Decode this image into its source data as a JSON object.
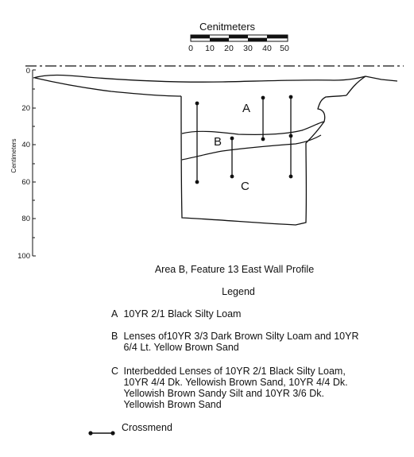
{
  "scale_bar": {
    "title": "Cenitmeters",
    "ticks": [
      "0",
      "10",
      "20",
      "30",
      "40",
      "50"
    ]
  },
  "vertical_axis": {
    "label": "Centimeters",
    "ticks": [
      "0",
      "20",
      "40",
      "60",
      "80",
      "100"
    ]
  },
  "zone_labels": {
    "a": "A",
    "b": "B",
    "c": "C"
  },
  "caption": "Area B, Feature 13 East Wall Profile",
  "legend": {
    "title": "Legend",
    "items": [
      {
        "key": "A",
        "text": "10YR 2/1 Black Silty Loam"
      },
      {
        "key": "B",
        "text": "Lenses of10YR 3/3 Dark Brown Silty Loam and 10YR 6/4 Lt. Yellow Brown Sand"
      },
      {
        "key": "C",
        "text": "Interbedded Lenses of 10YR 2/1 Black Silty Loam, 10YR 4/4 Dk. Yellowish Brown Sand, 10YR 4/4 Dk. Yellowish Brown Sandy Silt and 10YR 3/6 Dk. Yellowish Brown Sand"
      }
    ],
    "crossmend_label": "Crossmend"
  }
}
